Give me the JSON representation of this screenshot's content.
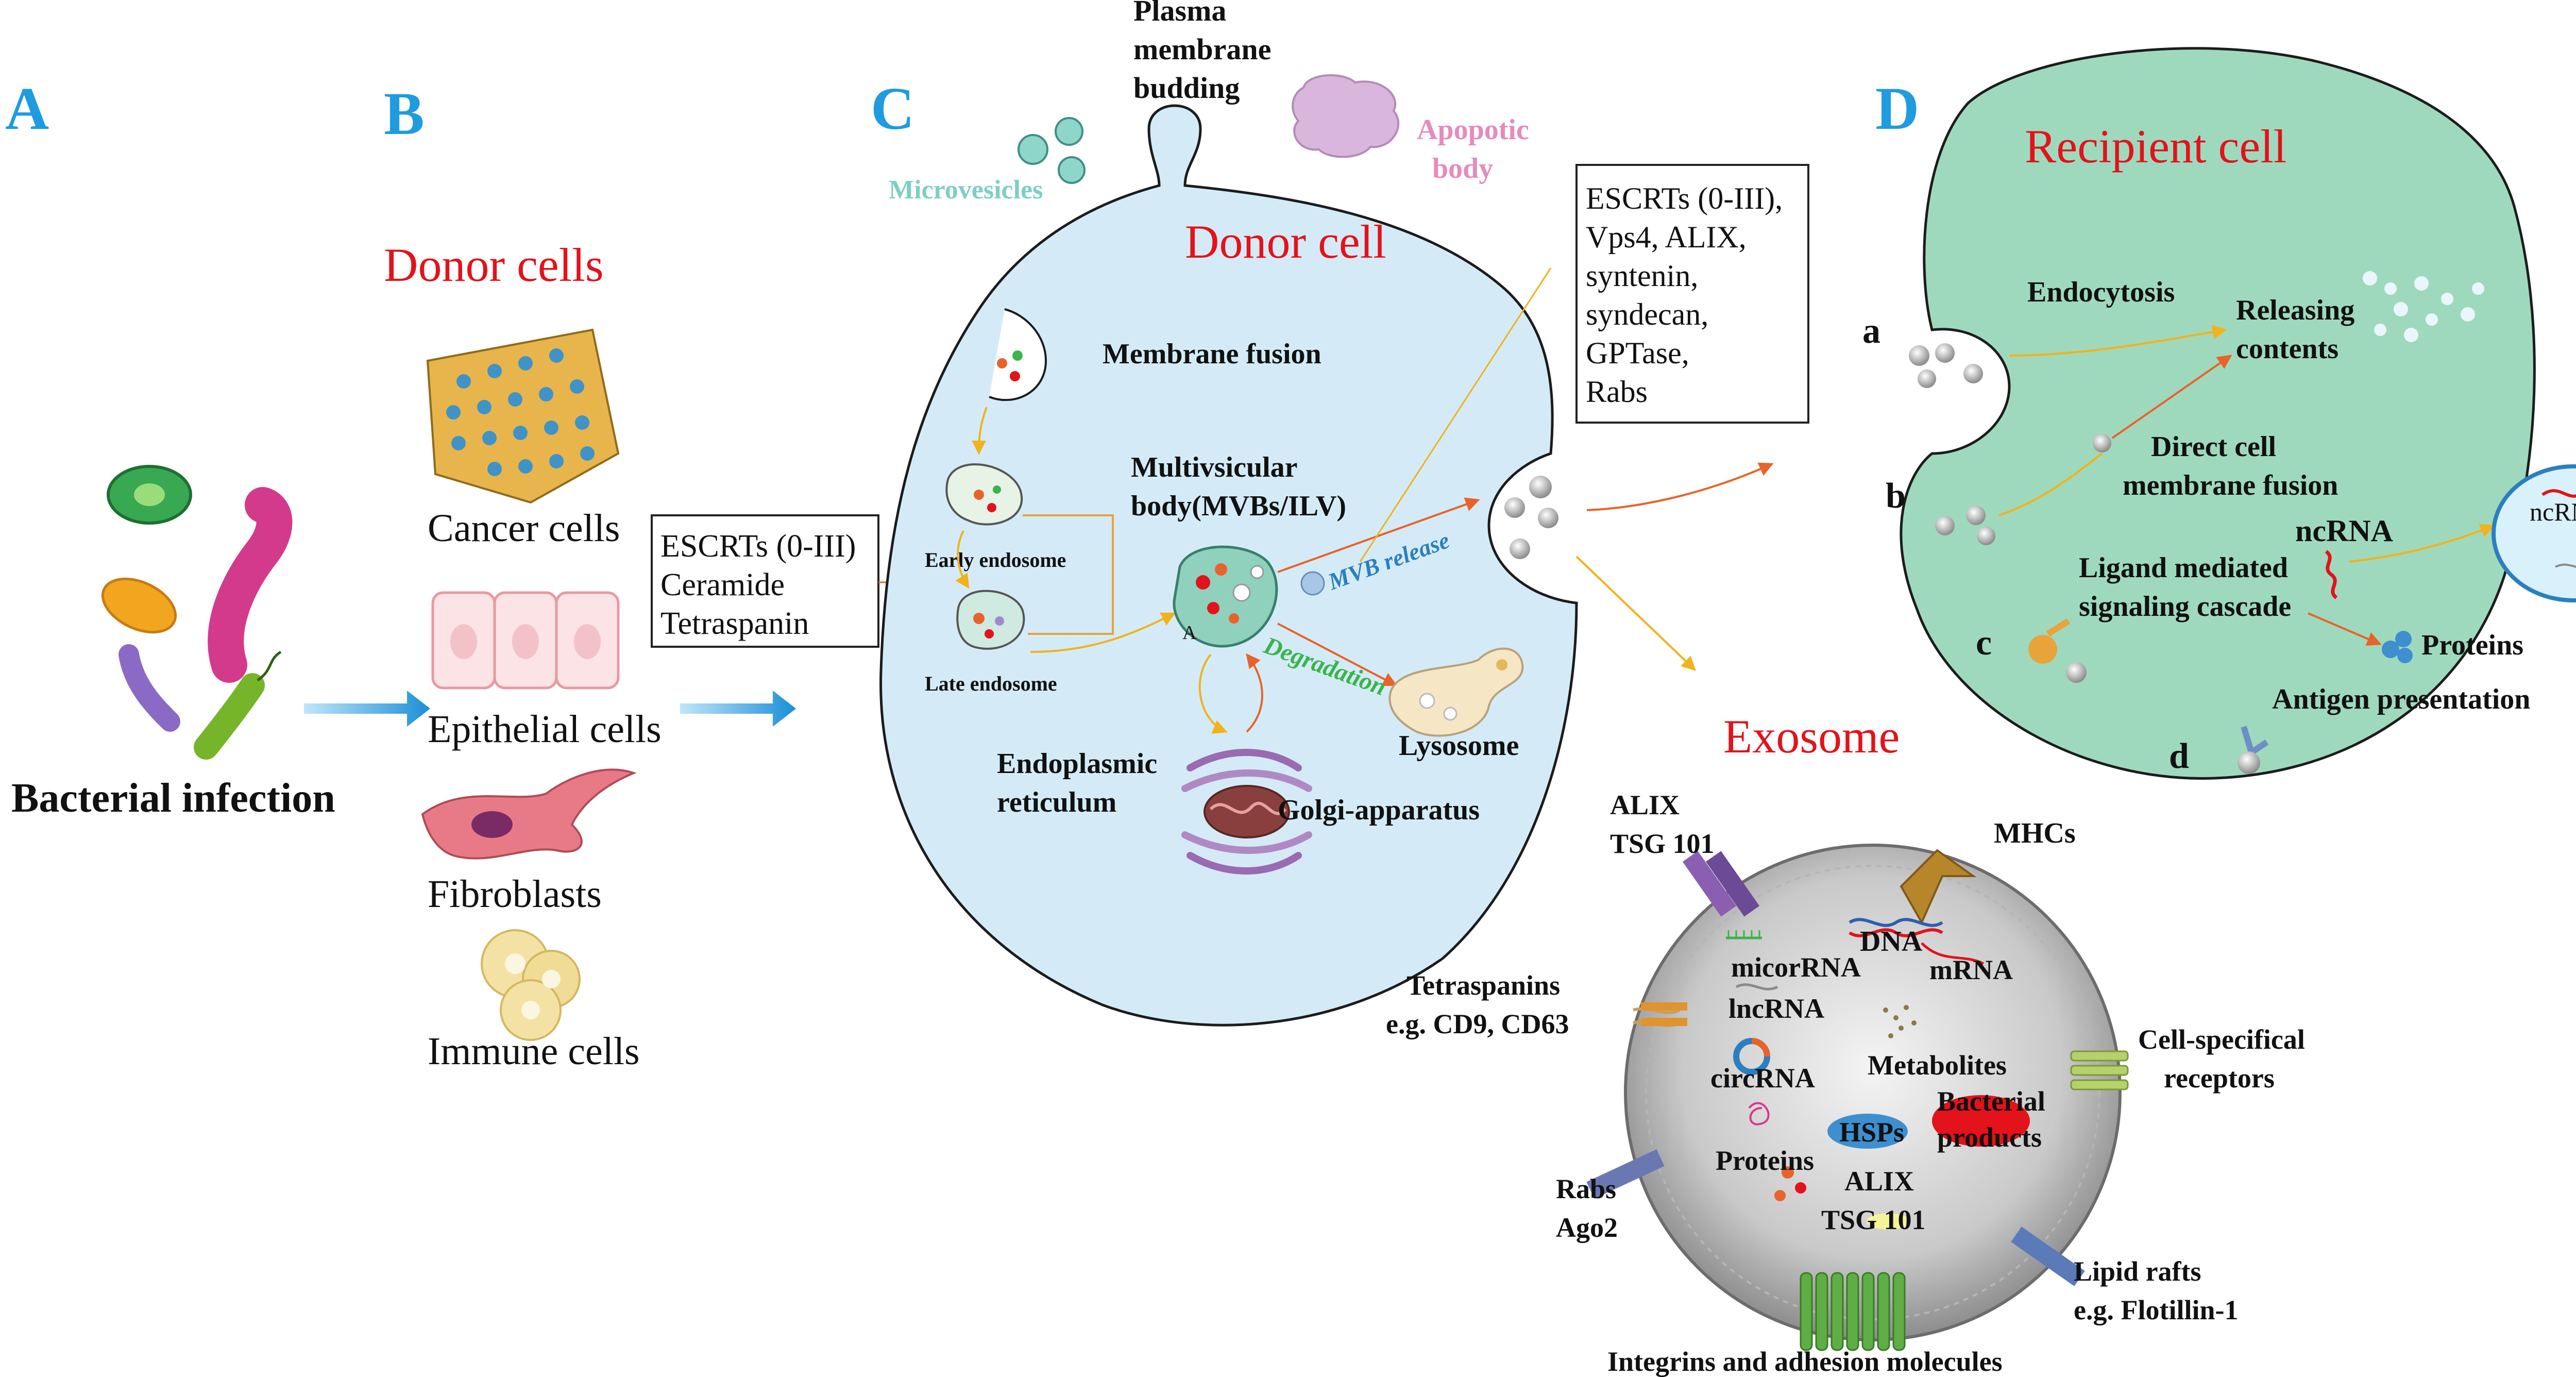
{
  "panels": {
    "A": {
      "letter": "A",
      "title": "Bacterial infection"
    },
    "B": {
      "letter": "B",
      "title": "Donor cells",
      "cells": [
        "Cancer cells",
        "Epithelial cells",
        "Fibroblasts",
        "Immune cells"
      ],
      "box_lines": [
        "ESCRTs (0-III)",
        "Ceramide",
        "Tetraspanin"
      ]
    },
    "C": {
      "letter": "C",
      "title": "Donor cell",
      "plasma_membrane_budding": [
        "Plasma",
        "membrane",
        "budding"
      ],
      "microvesicles": "Microvesicles",
      "apoptotic_body": [
        "Apopotic",
        "body"
      ],
      "membrane_fusion": "Membrane fusion",
      "multivesicular_body": [
        "Multivsicular",
        "body(MVBs/ILV)"
      ],
      "early_endosome": "Early endosome",
      "late_endosome": "Late endosome",
      "mvb_release": "MVB release",
      "degradation": "Degradation",
      "lysosome": "Lysosome",
      "er": [
        "Endoplasmic",
        "reticulum"
      ],
      "golgi": "Golgi-apparatus",
      "mvb_letter": "A",
      "box_lines": [
        "ESCRTs (0-III),",
        "Vps4, ALIX,",
        "syntenin,",
        "syndecan,",
        "GPTase,",
        "Rabs"
      ]
    },
    "D": {
      "letter": "D",
      "title": "Recipient cell",
      "endocytosis": "Endocytosis",
      "releasing_contents": [
        "Releasing",
        "contents"
      ],
      "direct_fusion": [
        "Direct cell",
        "membrane fusion"
      ],
      "ncrna_label": "ncRNA",
      "ncrna_nucleus": "ncRNA",
      "ligand": [
        "Ligand mediated",
        "signaling cascade"
      ],
      "proteins": "Proteins",
      "antigen": "Antigen presentation",
      "routes": [
        "a",
        "b",
        "c",
        "d"
      ]
    },
    "exosome": {
      "title": "Exosome",
      "alix_top": [
        "ALIX",
        "TSG 101"
      ],
      "mhcs": "MHCs",
      "dna": "DNA",
      "mrna": "mRNA",
      "micorrna": "micorRNA",
      "lncrna": "lncRNA",
      "circrna": "circRNA",
      "metabolites": "Metabolites",
      "bacterial_products": [
        "Bacterial",
        "products"
      ],
      "hsps": "HSPs",
      "proteins": "Proteins",
      "alix_inner": [
        "ALIX",
        "TSG 101"
      ],
      "tetraspanins": [
        "Tetraspanins",
        "e.g. CD9, CD63"
      ],
      "cell_specific": [
        "Cell-specifical",
        "receptors"
      ],
      "rabs": [
        "Rabs",
        "Ago2"
      ],
      "lipid_rafts": [
        "Lipid rafts",
        "e.g. Flotillin-1"
      ],
      "integrins": "Integrins and adhesion molecules"
    }
  },
  "colors": {
    "letter_blue": "#1f9be0",
    "title_red": "#e3121b",
    "donor_cell_fill": "#d4ebf7",
    "recipient_cell_fill": "#9fd9bd",
    "microvesicle_teal": "#7ecfc4",
    "apoptotic_pink": "#e58bbd",
    "degradation_green": "#3bb44a",
    "mvb_release_blue": "#2b7fc0"
  }
}
